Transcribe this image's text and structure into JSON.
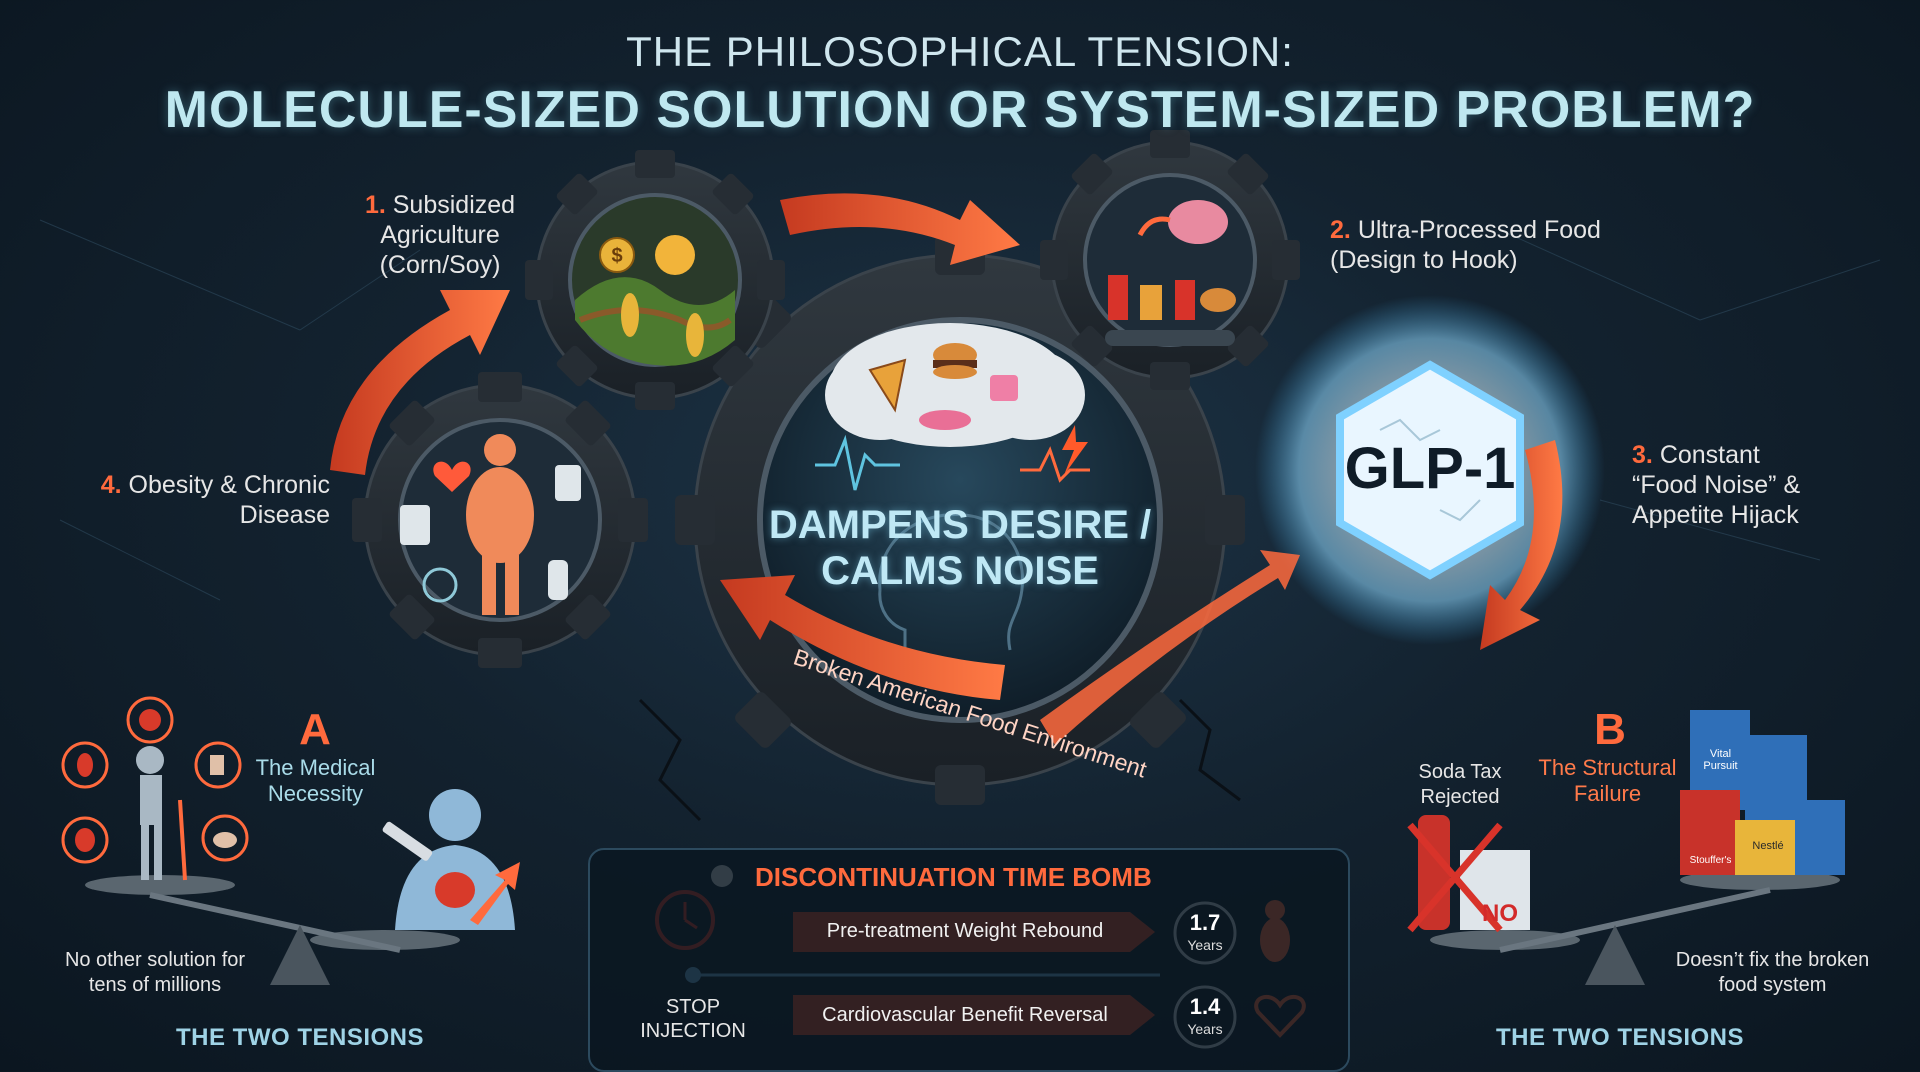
{
  "header": {
    "subtitle": "THE PHILOSOPHICAL TENSION:",
    "title": "MOLECULE-SIZED SOLUTION OR SYSTEM-SIZED PROBLEM?"
  },
  "cycle": {
    "step1": {
      "num": "1.",
      "label": "Subsidized Agriculture (Corn/Soy)"
    },
    "step2": {
      "num": "2.",
      "label": "Ultra-Processed Food (Design to Hook)"
    },
    "step3": {
      "num": "3.",
      "label": "Constant “Food Noise” & Appetite Hijack"
    },
    "step4": {
      "num": "4.",
      "label": "Obesity & Chronic Disease"
    },
    "center": "DAMPENS DESIRE / CALMS NOISE",
    "curved_label": "Broken American Food Environment",
    "glp": "GLP-1"
  },
  "tension_a": {
    "letter": "A",
    "title": "The Medical Necessity",
    "note": "No other solution for tens of millions",
    "footer": "THE TWO TENSIONS"
  },
  "tension_b": {
    "letter": "B",
    "title": "The Structural Failure",
    "soda": "Soda Tax Rejected",
    "no": "NO",
    "note": "Doesn’t fix the broken food system",
    "footer": "THE TWO TENSIONS",
    "pkg1": "Vital Pursuit",
    "pkg2": "Nestlé",
    "pkg3": "Stouffer's"
  },
  "time_bomb": {
    "title": "DISCONTINUATION TIME BOMB",
    "stop": "STOP INJECTION",
    "bar1": {
      "label": "Pre-treatment Weight Rebound",
      "value": "1.7",
      "unit": "Years"
    },
    "bar2": {
      "label": "Cardiovascular Benefit Reversal",
      "value": "1.4",
      "unit": "Years"
    }
  },
  "colors": {
    "accent_orange": "#ff6a3d",
    "accent_blue": "#bfe8f0",
    "gear": "#232a31",
    "background": "#13222f"
  },
  "icons": [
    "dollar-icon",
    "sun-icon",
    "corn-icon",
    "soda-icon",
    "fries-icon",
    "burger-icon",
    "brain-icon",
    "pizza-icon",
    "cake-icon",
    "heart-icon",
    "person-icon",
    "clock-icon",
    "kidney-icon",
    "foot-icon",
    "syringe-icon"
  ]
}
